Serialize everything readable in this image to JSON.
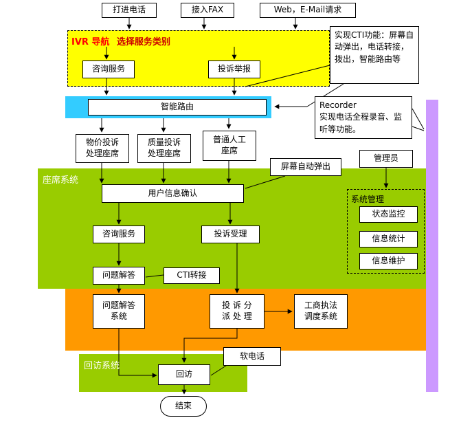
{
  "diagram": {
    "entry": {
      "dial_call": "打进电话",
      "fax_in": "接入FAX",
      "web_email": "Web，E-Mail请求"
    },
    "ivr": {
      "label_primary": "IVR 导航",
      "label_secondary": "选择服务类别",
      "consult_service": "咨询服务",
      "complaint_report": "投诉举报"
    },
    "notes": {
      "cti_note": "实现CTI功能：屏幕自动弹出，电话转接，拨出，智能路由等",
      "recorder_title": "Recorder",
      "recorder_desc": "实现电话全程录音、监听等功能。",
      "screen_popup": "屏幕自动弹出",
      "cti_transfer": "CTI转接",
      "soft_phone": "软电话"
    },
    "routing": {
      "smart_route": "智能路由",
      "price_seat": "物价投诉处理座席",
      "quality_seat": "质量投诉处理座席",
      "normal_seat": "普通人工座席"
    },
    "seat_system": {
      "region_label": "座席系统",
      "user_info_confirm": "用户信息确认",
      "consult_service": "咨询服务",
      "complaint_accept": "投诉受理",
      "qa": "问题解答",
      "admin": "管理员",
      "system_mgmt": {
        "label": "系统管理",
        "status_monitor": "状态监控",
        "info_stats": "信息统计",
        "info_maintain": "信息维护"
      }
    },
    "dispatch_system": {
      "qa_system": "问题解答系统",
      "complaint_dispatch": "投 诉 分 派 处 理",
      "law_dispatch": "工商执法调度系统"
    },
    "callback_system": {
      "region_label": "回访系统",
      "callback": "回访",
      "end": "结束"
    },
    "colors": {
      "ivr_bg": "#ffff00",
      "route_bg": "#33ccff",
      "seat_bg": "#99cc00",
      "dispatch_bg": "#ff9900",
      "callback_bg": "#99cc00",
      "recorder_bar": "#cc99ff"
    }
  }
}
